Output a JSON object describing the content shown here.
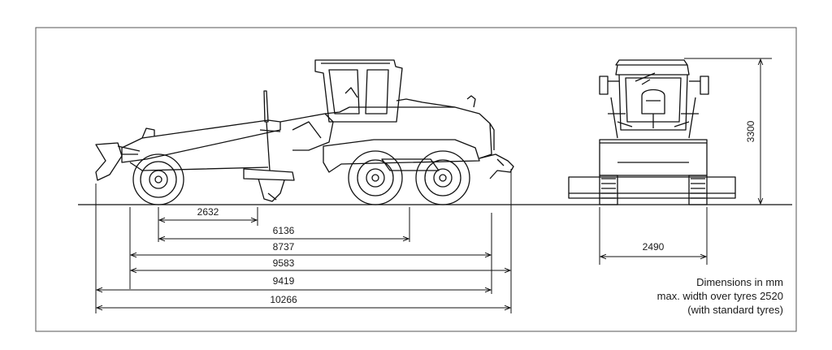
{
  "side_view": {
    "dimensions": [
      "2632",
      "6136",
      "8737",
      "9583",
      "9419",
      "10266"
    ]
  },
  "front_view": {
    "height_label": "3300",
    "track_width_label": "2490"
  },
  "notes": {
    "line1": "Dimensions in mm",
    "line2": "max. width over tyres 2520",
    "line3": "(with standard tyres)"
  }
}
